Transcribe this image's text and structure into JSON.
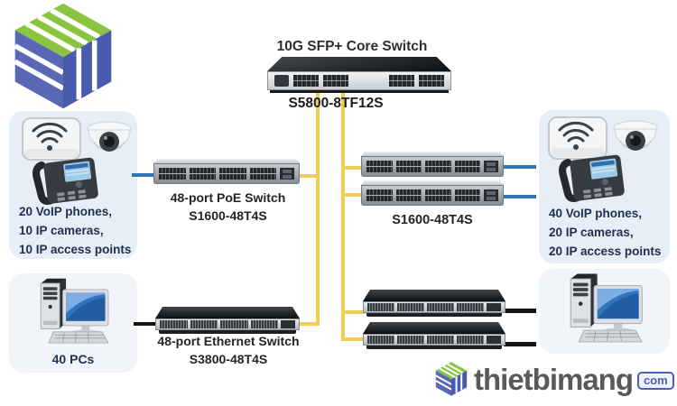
{
  "nodes": {
    "core_switch": {
      "title": "10G SFP+ Core Switch",
      "model": "S5800-8TF12S"
    },
    "poe_switch": {
      "name": "48-port PoE Switch",
      "model": "S1600-48T4S"
    },
    "ethernet_switch": {
      "name": "48-port Ethernet Switch",
      "model": "S3800-48T4S"
    },
    "access_switches": {
      "model": "S1600-48T4S"
    },
    "left_endpoints": {
      "line1": "20 VoIP phones,",
      "line2": "10 IP cameras,",
      "line3": "10 IP access points"
    },
    "right_endpoints": {
      "line1": "40 VoIP phones,",
      "line2": "20 IP cameras,",
      "line3": "20 IP access points"
    },
    "left_pcs": {
      "label": "40 PCs"
    }
  },
  "branding": {
    "wordmark": "thietbimang",
    "tld": "com"
  },
  "colors": {
    "trunk_link_yellow": "#F0CD55",
    "uplink_blue": "#2E75B6",
    "link_black": "#141414",
    "logo_green": "#8BC53F",
    "logo_blue": "#5563B1",
    "wordmark_gray": "#58595B"
  }
}
